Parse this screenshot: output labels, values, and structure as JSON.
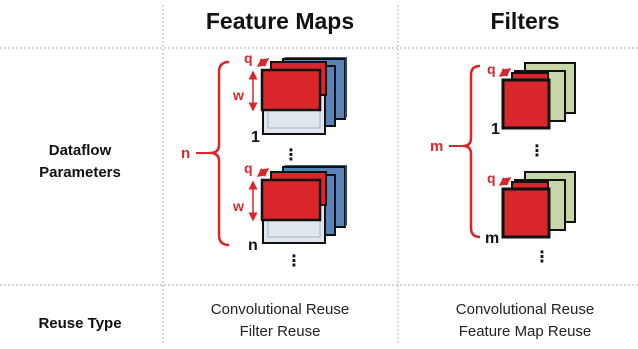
{
  "headers": {
    "feature_maps": "Feature Maps",
    "filters": "Filters"
  },
  "rows": {
    "dataflow_line1": "Dataflow",
    "dataflow_line2": "Parameters",
    "reuse_type": "Reuse Type"
  },
  "feature_maps": {
    "param_n": "n",
    "param_q": "q",
    "param_w": "w",
    "index_first": "1",
    "index_last": "n",
    "ellipsis": "⋮",
    "reuse_line1": "Convolutional Reuse",
    "reuse_line2": "Filter Reuse"
  },
  "filters": {
    "param_m": "m",
    "param_q": "q",
    "index_first": "1",
    "index_last": "m",
    "ellipsis": "⋮",
    "reuse_line1": "Convolutional Reuse",
    "reuse_line2": "Feature Map Reuse"
  },
  "colors": {
    "accent_red": "#d9262a",
    "feature_map_blue": "#5b83b8",
    "feature_map_lightblue": "#dfe6ee",
    "filter_green": "#c6d6a8",
    "divider": "#999999"
  }
}
